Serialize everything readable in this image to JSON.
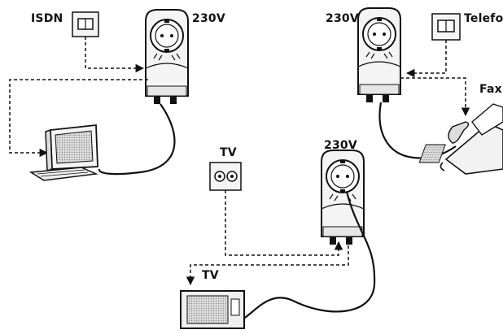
{
  "labels": {
    "isdn": "ISDN",
    "power_top_left": "230V",
    "power_top_right": "230V",
    "telefon": "Telefo",
    "fax": "Fax",
    "tv_socket": "TV",
    "power_center": "230V",
    "tv_set": "TV"
  },
  "colors": {
    "line": "#111111",
    "plug_body": "#f4f4f4",
    "screen": "#c8c8c8"
  },
  "icons": [
    "isdn-socket-icon",
    "power-adapter-icon",
    "phone-socket-icon",
    "computer-icon",
    "fax-machine-icon",
    "tv-antenna-socket-icon",
    "television-icon"
  ]
}
